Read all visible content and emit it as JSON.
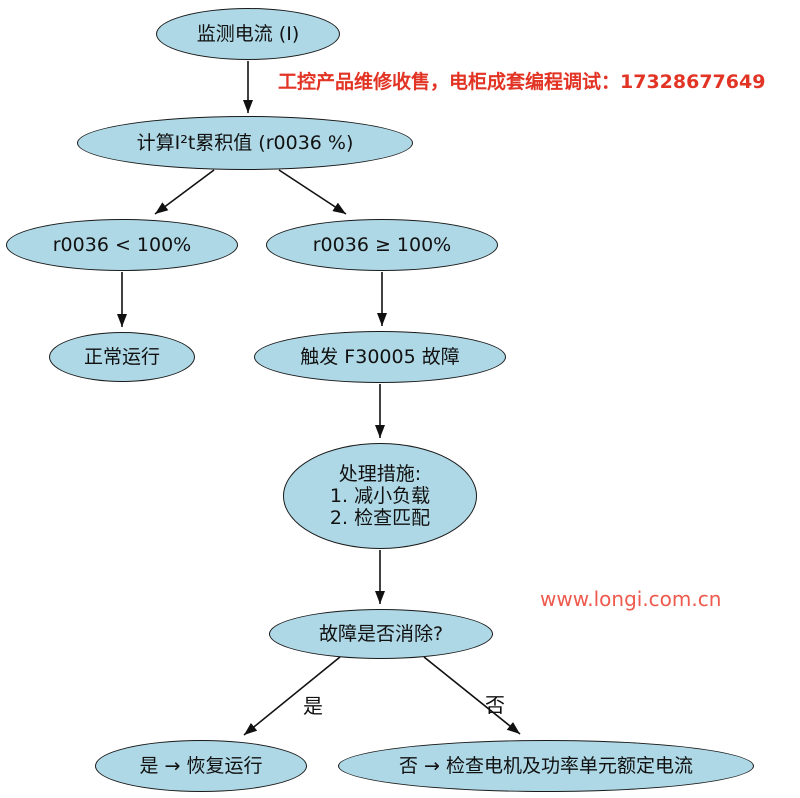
{
  "colors": {
    "node_fill": "#aed8e6",
    "node_stroke": "#1a1a1a",
    "edge": "#111111",
    "text": "#111111",
    "wm_top": "#e23425",
    "wm_bottom": "#ee5a4d",
    "bg": "#ffffff"
  },
  "watermarks": {
    "top": {
      "text": "工控产品维修收售，电柜成套编程调试：17328677649"
    },
    "bottom": {
      "text": "www.longi.com.cn"
    }
  },
  "nodes": {
    "monitor": {
      "label": "监测电流 (I)"
    },
    "calculate": {
      "label": "计算I²t累积值 (r0036 %)"
    },
    "lt100": {
      "label": "r0036 < 100%"
    },
    "gte100": {
      "label": "r0036 ≥ 100%"
    },
    "normal": {
      "label": "正常运行"
    },
    "fault": {
      "label": "触发 F30005 故障"
    },
    "measures": {
      "line1": "处理措施:",
      "line2": "1. 减小负载",
      "line3": "2. 检查匹配"
    },
    "cleared": {
      "label": "故障是否消除?"
    },
    "resume": {
      "label": "是 → 恢复运行"
    },
    "check": {
      "label": "否 → 检查电机及功率单元额定电流"
    }
  },
  "edge_labels": {
    "yes": "是",
    "no": "否"
  }
}
